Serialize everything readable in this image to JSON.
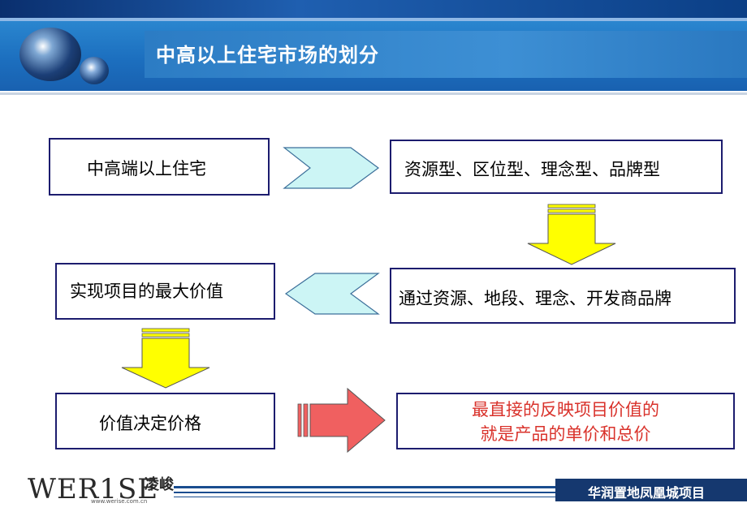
{
  "header": {
    "title": "中高以上住宅市场的划分"
  },
  "flow": {
    "box1": "中高端以上住宅",
    "box2": "资源型、区位型、理念型、品牌型",
    "box3": "通过资源、地段、理念、开发商品牌",
    "box4": "实现项目的最大价值",
    "box5": "价值决定价格",
    "box6_line1": "最直接的反映项目价值的",
    "box6_line2": "就是产品的单价和总价"
  },
  "footer": {
    "logo_text": "WER1SE",
    "logo_cn": "凌峻",
    "logo_url": "www.werise.com.cn",
    "project": "华润置地凤凰城项目"
  },
  "colors": {
    "box_border": "#1c1c6e",
    "chevron_fill": "#ccf5f5",
    "down_arrow_fill": "#ffff00",
    "big_arrow_fill": "#f06060",
    "highlight_text": "#d9322b",
    "header_blue": "#1f6fbf"
  }
}
